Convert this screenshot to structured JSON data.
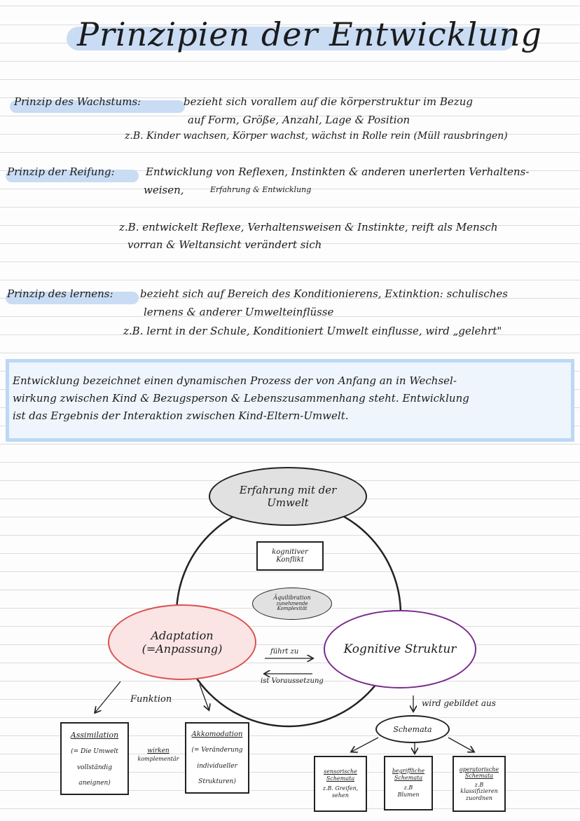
{
  "title": "Prinzipien der Entwicklung",
  "section1": {
    "heading": "Prinzip des Wachstums:",
    "line1": "bezieht sich vorallem auf die körperstruktur im Bezug",
    "line2": "auf Form, Größe, Anzahl, Lage & Position",
    "line3": "z.B. Kinder wachsen, Körper wachst, wächst in Rolle rein (Müll rausbringen)"
  },
  "section2": {
    "heading": "Prinzip der Reifung:",
    "line1": "Entwicklung von Reflexen, Instinkten & anderen unerlerten Verhaltens-",
    "line2a": "weisen,",
    "line2b": "Erfahrung & Entwicklung",
    "line3": "z.B. entwickelt Reflexe, Verhaltensweisen & Instinkte, reift als Mensch",
    "line4": "vorran & Weltansicht verändert sich"
  },
  "section3": {
    "heading": "Prinzip des lernens:",
    "line1": "bezieht sich auf Bereich des Konditionierens, Extinktion: schulisches",
    "line2": "lernens & anderer Umwelteinflüsse",
    "line3": "z.B. lernt in der Schule, Konditioniert Umwelt einflusse, wird „gelehrt\""
  },
  "definition": {
    "line1": "Entwicklung bezeichnet einen dynamischen Prozess der von Anfang an in Wechsel-",
    "line2": "wirkung zwischen Kind & Bezugsperson & Lebenszusammenhang steht. Entwicklung",
    "line3": "ist das Ergebnis der Interaktion zwischen Kind-Eltern-Umwelt."
  },
  "diagram": {
    "top_ellipse_line1": "Erfahrung mit der",
    "top_ellipse_line2": "Umwelt",
    "conflict_line1": "kognitiver",
    "conflict_line2": "Konflikt",
    "equil_line1": "Äquilibration",
    "equil_line2": "zunehmende",
    "equil_line3": "Komplexität",
    "adapt_line1": "Adaptation",
    "adapt_line2": "(=Anpassung)",
    "cog_label": "Kognitive Struktur",
    "arrow_top_label": "führt zu",
    "arrow_bottom_label": "ist Voraussetzung",
    "funktion_label": "Funktion",
    "wird_gebildet": "wird gebildet aus",
    "schemata": "Schemata",
    "assim_title": "Assimilation",
    "assim_line1": "(= Die Umwelt",
    "assim_line2": "vollständig",
    "assim_line3": "aneignen)",
    "wirken_line1": "wirken",
    "wirken_line2": "komplementär",
    "akk_title": "Akkomodation",
    "akk_line1": "(= Veränderung",
    "akk_line2": "individueller",
    "akk_line3": "Strukturen)",
    "sens_line1": "sensorische",
    "sens_line2": "Schemata",
    "sens_line3": "z.B. Greifen,",
    "sens_line4": "sehen",
    "begr_line1": "begriffliche",
    "begr_line2": "Schemata",
    "begr_line3": "z.B",
    "begr_line4": "Blumen",
    "oper_line1": "operatorische",
    "oper_line2": "Schemata",
    "oper_line3": "z.B",
    "oper_line4": "klassifizieren",
    "oper_line5": "zuordnen"
  },
  "colors": {
    "highlight": "#c9dcf4",
    "adapt_fill": "#fbe4e4",
    "adapt_border": "#d9534f",
    "cog_border": "#7b2a8c",
    "grey_fill": "#e1e1e1"
  }
}
